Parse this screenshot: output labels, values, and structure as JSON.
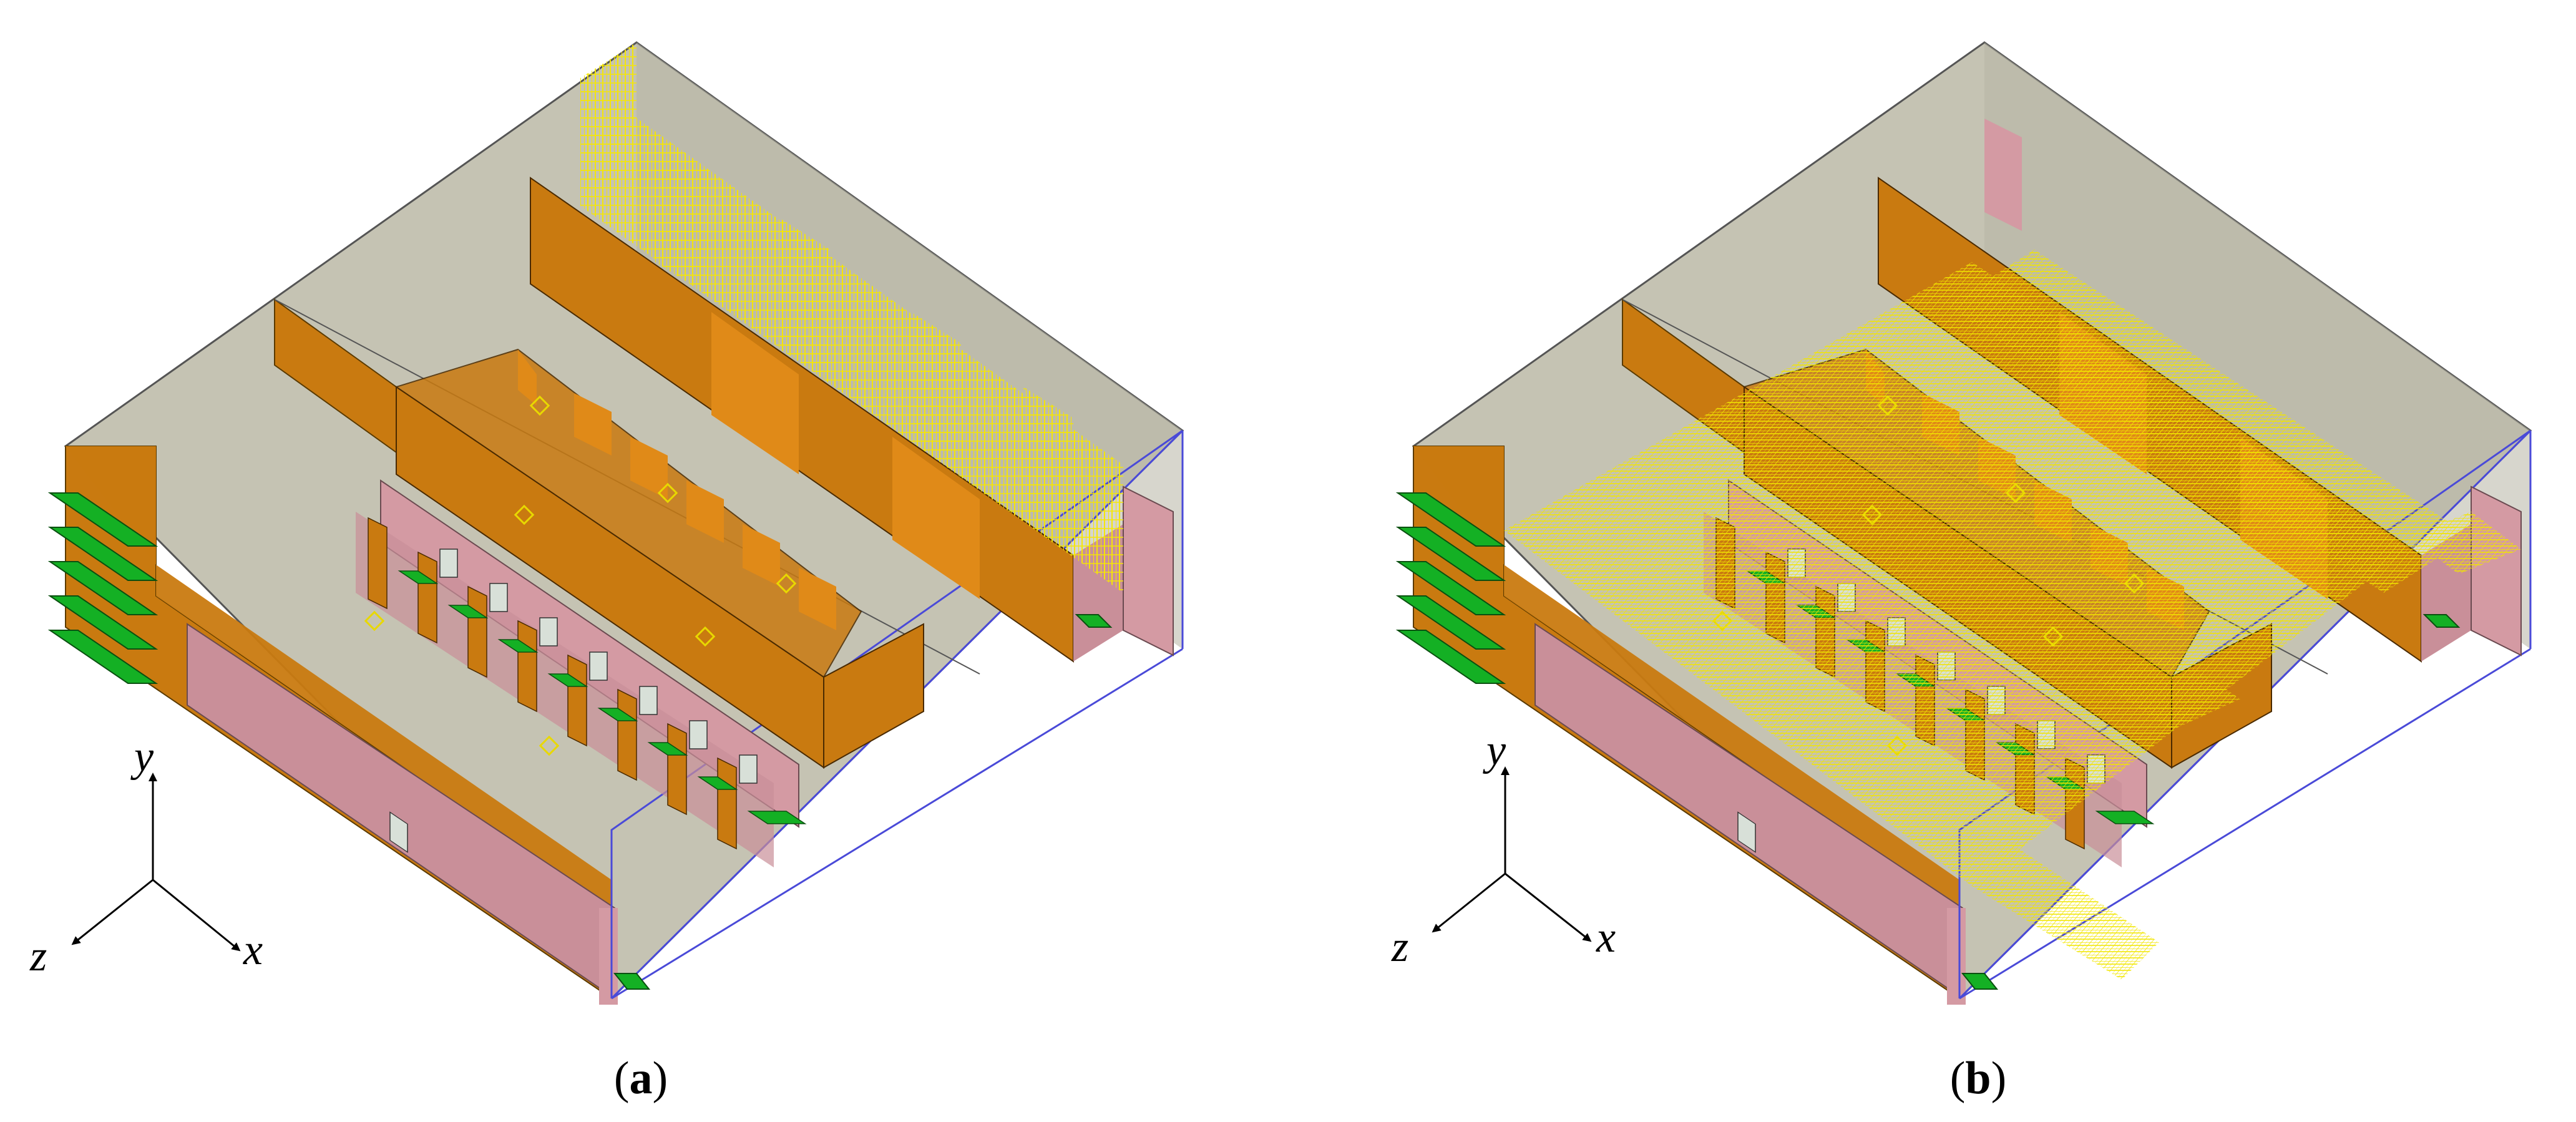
{
  "panels": [
    {
      "id": "a",
      "caption_letter": "a",
      "axes": {
        "y": "y",
        "z": "z",
        "x": "x"
      },
      "grid_mode": "vertical"
    },
    {
      "id": "b",
      "caption_letter": "b",
      "axes": {
        "y": "y",
        "z": "z",
        "x": "x"
      },
      "grid_mode": "horizontal"
    }
  ],
  "colors": {
    "room_face": "#c5c3b3",
    "room_face_dark": "#bab8a7",
    "edge": "#555555",
    "blue_edge": "#4a4ad8",
    "orange_face": "#c97a10",
    "orange_light": "#e08a18",
    "pink": "#c98f99",
    "pink_light": "#dba6ad",
    "green": "#14b024",
    "grid_yellow": "#f5e800",
    "axis": "#000000"
  }
}
